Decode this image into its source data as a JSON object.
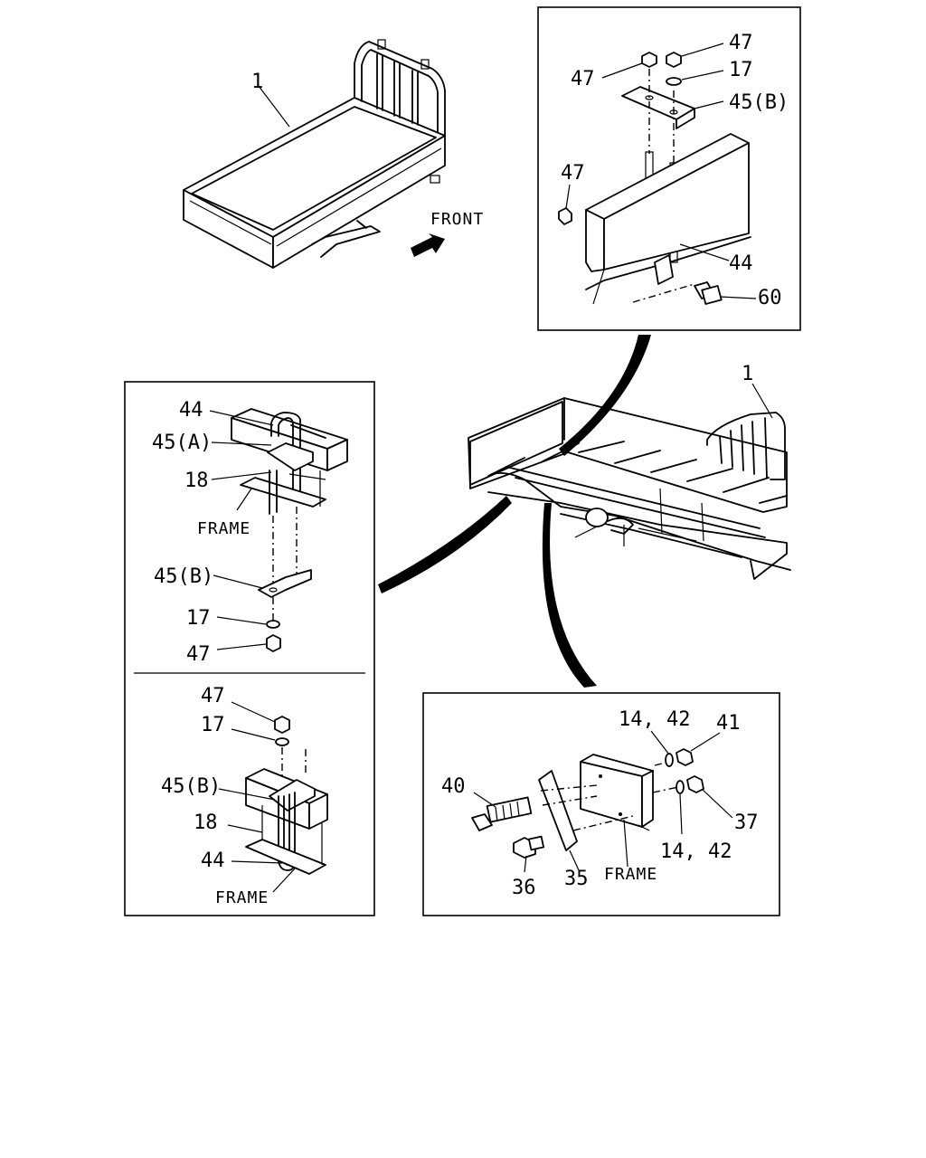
{
  "labels": {
    "truck_body_main": "1",
    "truck_body_chassis": "1",
    "front": "FRONT",
    "tr_47_left": "47",
    "tr_47_right": "47",
    "tr_17": "17",
    "tr_45b": "45(B)",
    "tr_47_side": "47",
    "tr_44": "44",
    "tr_60": "60",
    "l_44": "44",
    "l_45a": "45(A)",
    "l_18": "18",
    "l_frame_top": "FRAME",
    "l_45b": "45(B)",
    "l_17": "17",
    "l_47": "47",
    "l2_47": "47",
    "l2_17": "17",
    "l2_45b": "45(B)",
    "l2_18": "18",
    "l2_44": "44",
    "l2_frame": "FRAME",
    "br_1442_top": "14, 42",
    "br_41": "41",
    "br_40": "40",
    "br_37": "37",
    "br_1442_bottom": "14, 42",
    "br_36": "36",
    "br_35": "35",
    "br_frame": "FRAME"
  }
}
